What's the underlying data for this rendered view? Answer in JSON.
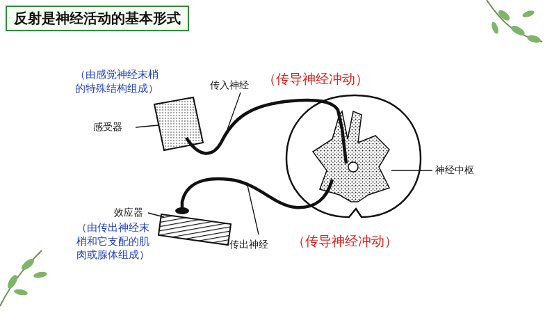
{
  "diagram": {
    "title": "反射是神经活动的基本形式",
    "labels": [
      "（由感觉神经末梢 的特殊结构组成）",
      "传入神经",
      "（传导神经冲动）",
      "感受器",
      "神经中枢",
      "效应器",
      "（由传出神经末 梢和它支配的肌 肉或腺体组成）",
      "传出神经",
      "（传导神经冲动）"
    ]
  }
}
